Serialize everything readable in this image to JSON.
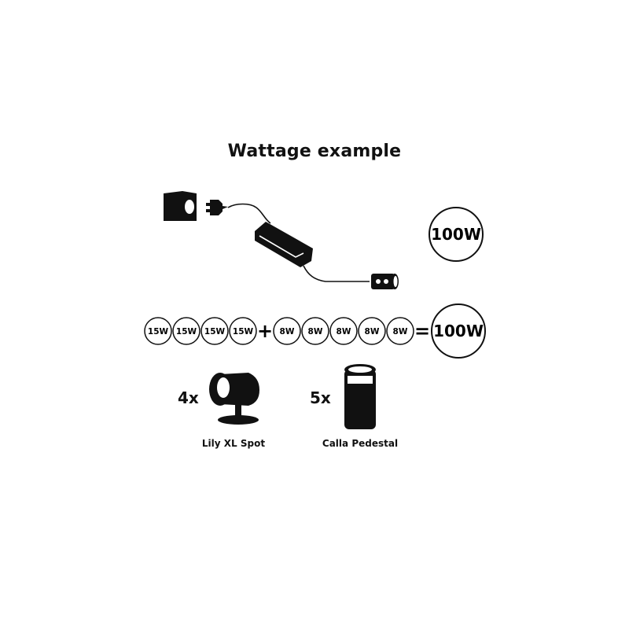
{
  "title": "Wattage example",
  "total": {
    "label": "100W"
  },
  "equation": {
    "items": [
      "15W",
      "15W",
      "15W",
      "15W",
      "8W",
      "8W",
      "8W",
      "8W",
      "8W"
    ],
    "plus": "+",
    "equals": "=",
    "result": "100W"
  },
  "products": [
    {
      "quantity": "4x",
      "name": "Lily XL Spot",
      "icon": "spotlight-icon"
    },
    {
      "quantity": "5x",
      "name": "Calla Pedestal",
      "icon": "pedestal-light-icon"
    }
  ],
  "icons": {
    "wall_socket": "wall-socket-icon",
    "plug": "plug-icon",
    "power_supply": "power-supply-icon",
    "connector": "connector-icon"
  },
  "colors": {
    "ink": "#111111",
    "background": "#ffffff"
  }
}
